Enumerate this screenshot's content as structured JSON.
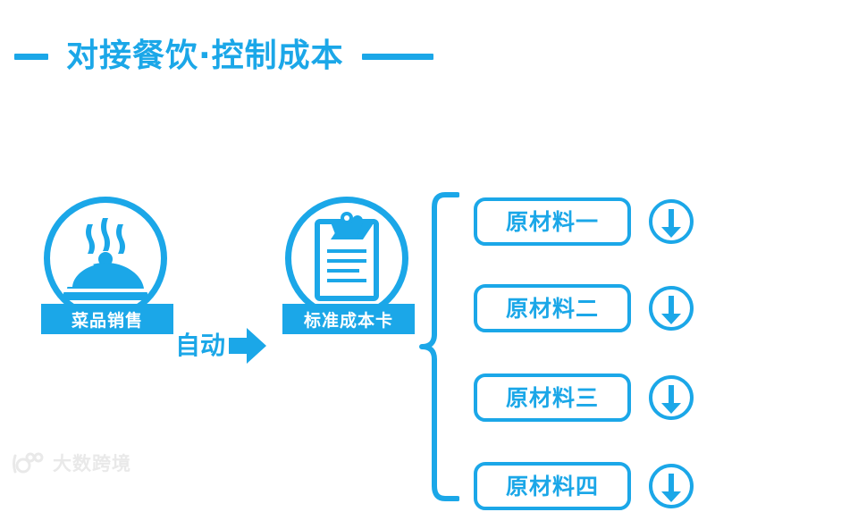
{
  "theme": {
    "accent": "#1BA7E8",
    "background": "#ffffff",
    "label_text": "#ffffff",
    "watermark_color": "#E8E8E8"
  },
  "header": {
    "title": "对接餐饮·控制成本",
    "left_rule": "",
    "right_rule": ""
  },
  "flow": {
    "source": {
      "label": "菜品销售",
      "icon": "food-cloche-icon"
    },
    "connector": {
      "text": "自动",
      "icon": "right-arrow-icon"
    },
    "target": {
      "label": "标准成本卡",
      "icon": "clipboard-document-icon"
    },
    "brace_icon": "curly-brace-icon"
  },
  "materials": [
    {
      "label": "原材料一",
      "action_icon": "circle-down-arrow-icon"
    },
    {
      "label": "原材料二",
      "action_icon": "circle-down-arrow-icon"
    },
    {
      "label": "原材料三",
      "action_icon": "circle-down-arrow-icon"
    },
    {
      "label": "原材料四",
      "action_icon": "circle-down-arrow-icon"
    }
  ],
  "watermark": {
    "text": "大数跨境",
    "mark": "brand-logo-icon"
  }
}
